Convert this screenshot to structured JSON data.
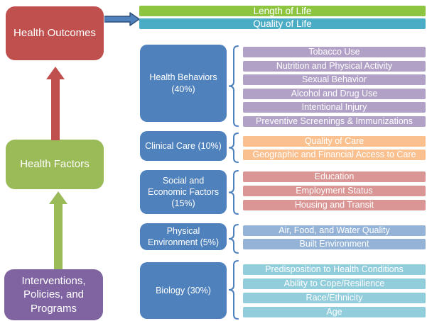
{
  "palette": {
    "red": "#C0504D",
    "green": "#9BBB59",
    "purple": "#8064A2",
    "blue": "#4F81BD",
    "arrow_outline": "#2E4E79"
  },
  "left_column": {
    "outcomes": {
      "label": "Health Outcomes",
      "color": "#C0504D"
    },
    "factors": {
      "label": "Health Factors",
      "color": "#9BBB59"
    },
    "interventions": {
      "label_lines": [
        "Interventions,",
        "Policies, and",
        "Programs"
      ],
      "color": "#8064A2"
    }
  },
  "outcome_measures": [
    {
      "label": "Length of Life",
      "color": "#8EC540"
    },
    {
      "label": "Quality of Life",
      "color": "#4BACC6"
    }
  ],
  "groups": [
    {
      "label_lines": [
        "Health Behaviors",
        "(40%)"
      ],
      "box_color": "#4F81BD",
      "bar_color": "#B2A1C7",
      "items": [
        "Tobacco Use",
        "Nutrition and Physical Activity",
        "Sexual Behavior",
        "Alcohol and Drug Use",
        "Intentional Injury",
        "Preventive Screenings & Immunizations"
      ]
    },
    {
      "label_lines": [
        "Clinical Care (10%)"
      ],
      "box_color": "#4F81BD",
      "bar_color": "#FAC090",
      "items": [
        "Quality of Care",
        "Geographic and Financial Access to Care"
      ]
    },
    {
      "label_lines": [
        "Social and",
        "Economic Factors",
        "(15%)"
      ],
      "box_color": "#4F81BD",
      "bar_color": "#D99694",
      "items": [
        "Education",
        "Employment Status",
        "Housing and Transit"
      ]
    },
    {
      "label_lines": [
        "Physical",
        "Environment (5%)"
      ],
      "box_color": "#4F81BD",
      "bar_color": "#95B3D7",
      "items": [
        "Air, Food, and Water Quality",
        "Built Environment"
      ]
    },
    {
      "label_lines": [
        "Biology (30%)"
      ],
      "box_color": "#4F81BD",
      "bar_color": "#92CDDC",
      "items": [
        "Predisposition to Health Conditions",
        "Ability to Cope/Resilience",
        "Race/Ethnicity",
        "Age"
      ]
    }
  ]
}
